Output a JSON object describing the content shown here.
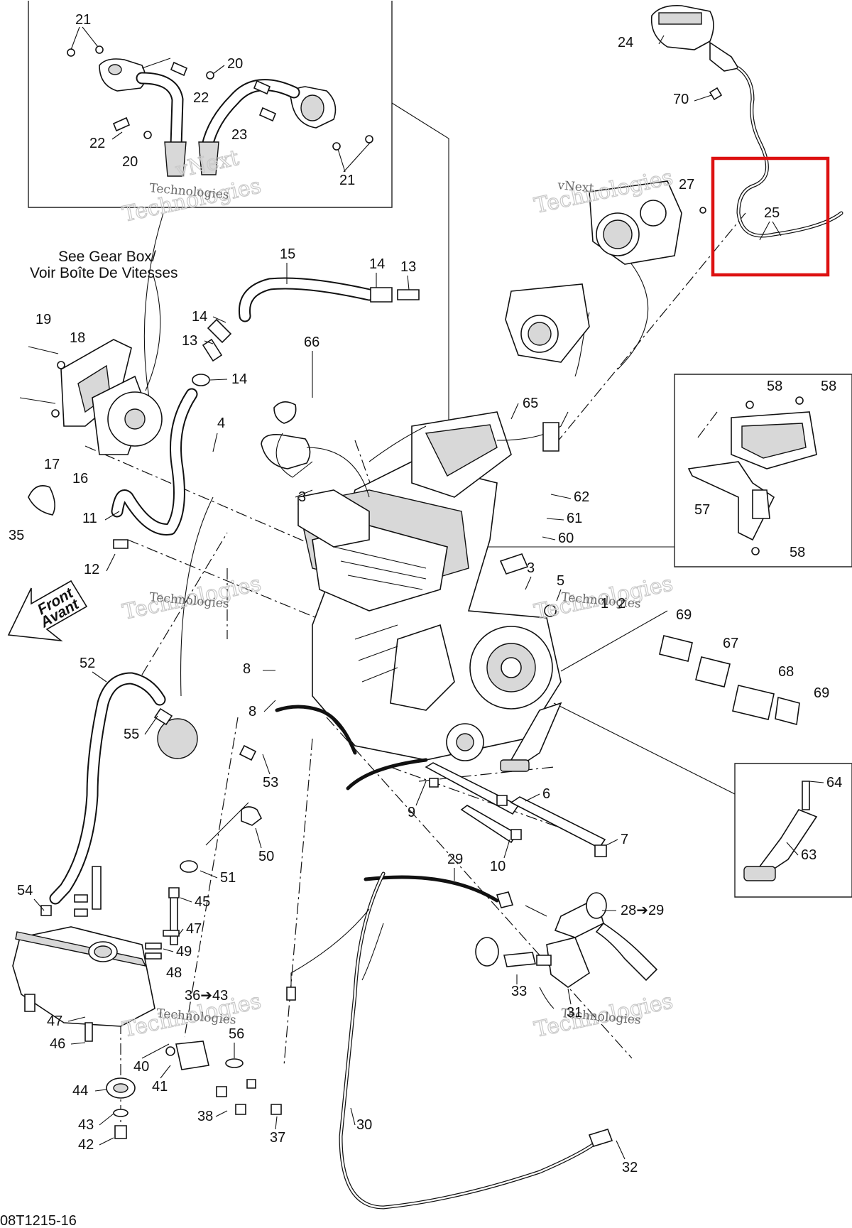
{
  "diagram": {
    "drawing_code": "08T1215-16",
    "note_line1": "See Gear Box/",
    "note_line2": "Voir Boîte De Vitesses",
    "direction_line1": "Front",
    "direction_line2": "Avant",
    "watermark_line1": "vNext",
    "watermark_line2": "Technologies",
    "highlight_color": "#dd1111",
    "callouts": {
      "c21a": "21",
      "c20a": "20",
      "c22a": "22",
      "c22b": "22",
      "c23": "23",
      "c20b": "20",
      "c21b": "21",
      "c24": "24",
      "c70": "70",
      "c27": "27",
      "c25": "25",
      "c15": "15",
      "c14a": "14",
      "c13a": "13",
      "c14b": "14",
      "c13b": "13",
      "c14c": "14",
      "c66": "66",
      "c19": "19",
      "c18": "18",
      "c17": "17",
      "c16": "16",
      "c4": "4",
      "c65": "65",
      "c58a": "58",
      "c58b": "58",
      "c57": "57",
      "c58c": "58",
      "c35": "35",
      "c11": "11",
      "c12": "12",
      "c3a": "3",
      "c62": "62",
      "c61": "61",
      "c60": "60",
      "c3b": "3",
      "c5": "5",
      "c1": "1",
      "c2": "2",
      "c69a": "69",
      "c67": "67",
      "c68": "68",
      "c69b": "69",
      "c8a": "8",
      "c8b": "8",
      "c52": "52",
      "c55": "55",
      "c53": "53",
      "c64": "64",
      "c63": "63",
      "c9": "9",
      "c6": "6",
      "c7": "7",
      "c10": "10",
      "c50": "50",
      "c51": "51",
      "c54": "54",
      "c29": "29",
      "c45": "45",
      "c47a": "47",
      "c49": "49",
      "c48": "48",
      "c28_29": "28➔29",
      "c33": "33",
      "c31": "31",
      "c36_43": "36➔43",
      "c47b": "47",
      "c46": "46",
      "c56": "56",
      "c40": "40",
      "c41": "41",
      "c44": "44",
      "c43": "43",
      "c42": "42",
      "c38": "38",
      "c37": "37",
      "c30": "30",
      "c32": "32"
    }
  }
}
